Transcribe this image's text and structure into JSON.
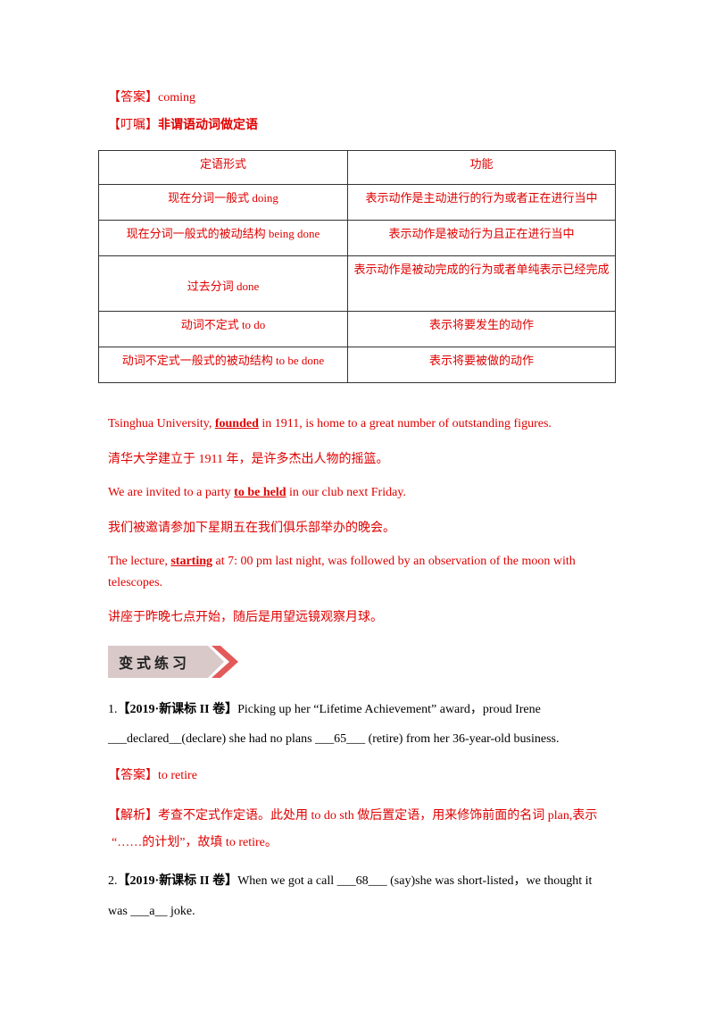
{
  "answer1": {
    "prefix": "【答案】",
    "text": "coming"
  },
  "note": {
    "prefix": "【叮嘱】",
    "text": "非谓语动词做定语"
  },
  "table": {
    "headers": [
      "定语形式",
      "功能"
    ],
    "rows": [
      [
        "现在分词一般式 doing",
        "表示动作是主动进行的行为或者正在进行当中"
      ],
      [
        "现在分词一般式的被动结构 being done",
        "表示动作是被动行为且正在进行当中"
      ],
      [
        "过去分词 done",
        "表示动作是被动完成的行为或者单纯表示已经完成"
      ],
      [
        "动词不定式 to do",
        "表示将要发生的动作"
      ],
      [
        "动词不定式一般式的被动结构 to be done",
        "表示将要被做的动作"
      ]
    ]
  },
  "examples": [
    {
      "before": "Tsinghua University, ",
      "key": "founded",
      "after": " in 1911, is home to a great number of outstanding figures.",
      "cn": "清华大学建立于 1911 年，是许多杰出人物的摇篮。"
    },
    {
      "before": "We are invited to a party ",
      "key": "to be held",
      "after": " in our club next Friday.",
      "cn": "我们被邀请参加下星期五在我们俱乐部举办的晚会。"
    },
    {
      "before": "The lecture, ",
      "key": "starting",
      "after": " at 7: 00 pm last night, was followed by an observation of the moon with",
      "after2": "telescopes.",
      "cn": "讲座于昨晚七点开始，随后是用望远镜观察月球。"
    }
  ],
  "banner": {
    "label": "变式练习"
  },
  "q1": {
    "num": "1.",
    "src": "【2019·新课标 II 卷】",
    "line1": "Picking up her “Lifetime Achievement” award，proud Irene",
    "line2": "___declared__(declare) she had no plans ___65___ (retire) from her 36-year-old business.",
    "answer_prefix": "【答案】",
    "answer": "to retire",
    "analysis_prefix": "【解析】",
    "analysis1": "考查不定式作定语。此处用 to do sth 做后置定语，用来修饰前面的名词 plan,表示",
    "analysis2": "“……的计划”，故填 to retire。"
  },
  "q2": {
    "num": "2.",
    "src": "【2019·新课标 II 卷】",
    "line1": "When we got a call ___68___ (say)she was short-listed，we thought it",
    "line2": "was ___a__ joke."
  }
}
